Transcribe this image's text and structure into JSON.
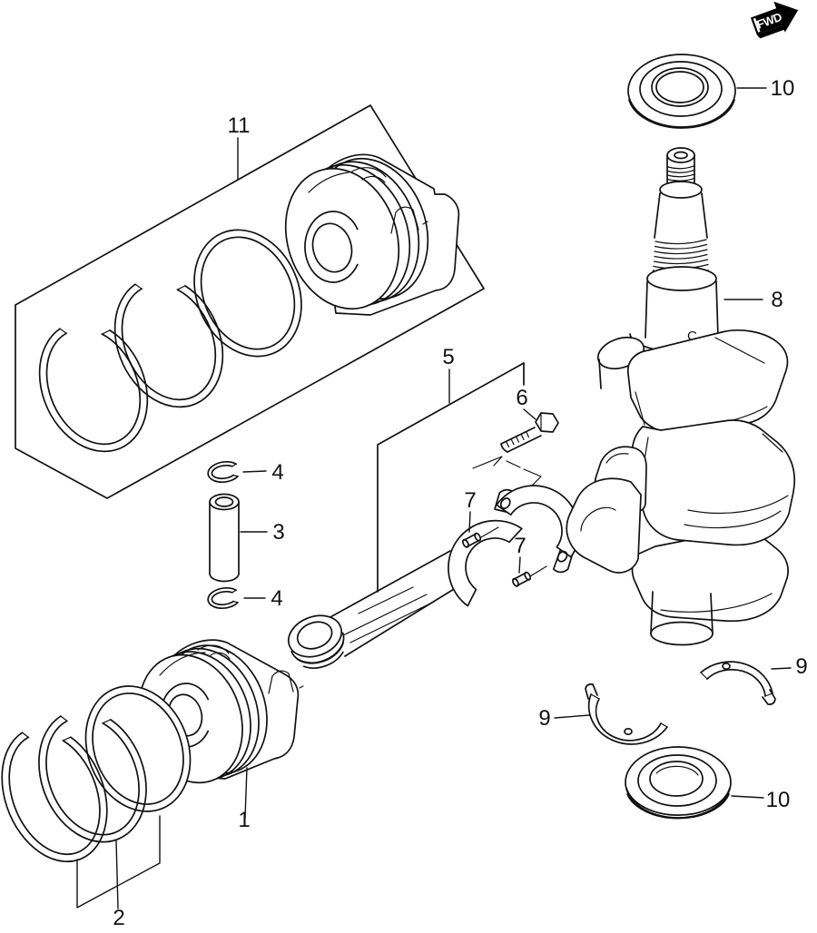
{
  "diagram": {
    "background_color": "#ffffff",
    "line_color": "#111111",
    "fwd_marker": {
      "label": "FWD",
      "fill_color": "#000000",
      "text_color": "#ffffff"
    },
    "stamp_mark": "C",
    "callouts": [
      {
        "label": "11"
      },
      {
        "label": "10"
      },
      {
        "label": "8"
      },
      {
        "label": "5"
      },
      {
        "label": "6"
      },
      {
        "label": "4"
      },
      {
        "label": "3"
      },
      {
        "label": "4"
      },
      {
        "label": "7"
      },
      {
        "label": "7"
      },
      {
        "label": "1"
      },
      {
        "label": "2"
      },
      {
        "label": "9"
      },
      {
        "label": "9"
      },
      {
        "label": "10"
      }
    ]
  }
}
